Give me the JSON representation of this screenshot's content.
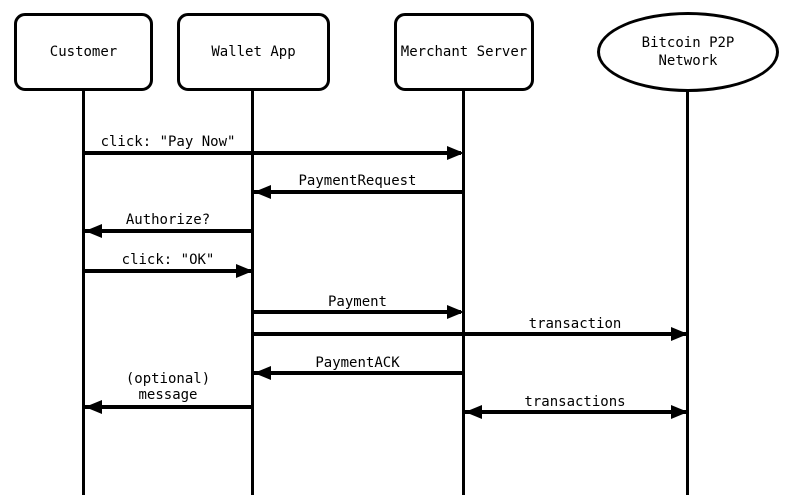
{
  "diagram": {
    "type": "sequence-diagram",
    "background_color": "#ffffff",
    "line_color": "#000000",
    "actors": [
      {
        "id": "customer",
        "label": "Customer",
        "shape": "rounded-rect"
      },
      {
        "id": "wallet-app",
        "label": "Wallet App",
        "shape": "rounded-rect"
      },
      {
        "id": "merchant-server",
        "label": "Merchant Server",
        "shape": "rounded-rect"
      },
      {
        "id": "bitcoin-network",
        "label": "Bitcoin P2P\nNetwork",
        "shape": "ellipse"
      }
    ],
    "messages": [
      {
        "label": "click: \"Pay Now\"",
        "from": "Customer",
        "to": "Merchant Server",
        "direction": "right",
        "bidirectional": false
      },
      {
        "label": "PaymentRequest",
        "from": "Merchant Server",
        "to": "Wallet App",
        "direction": "left",
        "bidirectional": false
      },
      {
        "label": "Authorize?",
        "from": "Wallet App",
        "to": "Customer",
        "direction": "left",
        "bidirectional": false
      },
      {
        "label": "click: \"OK\"",
        "from": "Customer",
        "to": "Wallet App",
        "direction": "right",
        "bidirectional": false
      },
      {
        "label": "Payment",
        "from": "Wallet App",
        "to": "Merchant Server",
        "direction": "right",
        "bidirectional": false
      },
      {
        "label": "transaction",
        "from": "Wallet App",
        "to": "Bitcoin P2P Network",
        "direction": "right",
        "bidirectional": false
      },
      {
        "label": "PaymentACK",
        "from": "Merchant Server",
        "to": "Wallet App",
        "direction": "left",
        "bidirectional": false
      },
      {
        "label": "(optional)\nmessage",
        "from": "Wallet App",
        "to": "Customer",
        "direction": "left",
        "bidirectional": false
      },
      {
        "label": "transactions",
        "from": "Merchant Server",
        "to": "Bitcoin P2P Network",
        "direction": "both",
        "bidirectional": true
      }
    ]
  }
}
